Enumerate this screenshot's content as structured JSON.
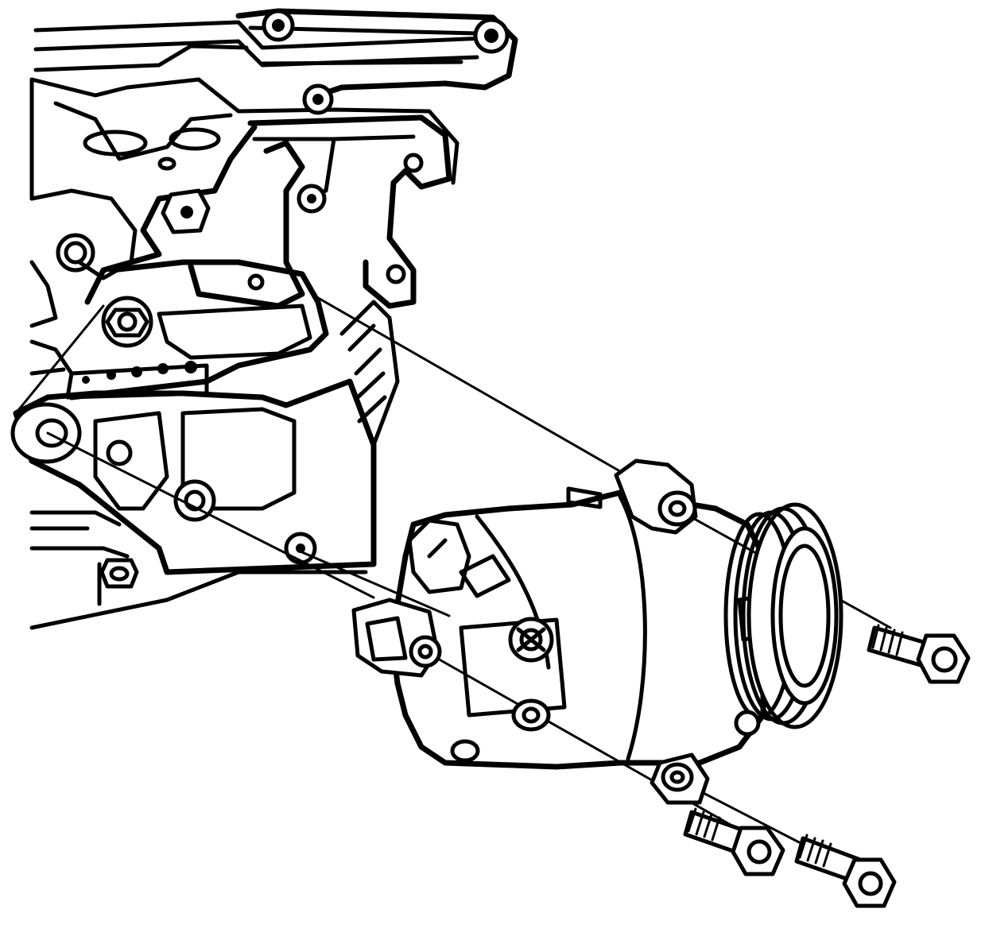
{
  "figure": {
    "stroke_color": "#000000",
    "background_color": "#ffffff",
    "components": [
      {
        "id": "engine-block",
        "icon": "engine-block-icon"
      },
      {
        "id": "compressor-mounting-bracket",
        "icon": "bracket-icon"
      },
      {
        "id": "ac-compressor",
        "icon": "compressor-icon"
      },
      {
        "id": "compressor-clutch-pulley",
        "icon": "pulley-icon"
      },
      {
        "id": "mounting-bolt-upper",
        "icon": "bolt-icon"
      },
      {
        "id": "mounting-bolt-lower-front",
        "icon": "bolt-icon"
      },
      {
        "id": "mounting-bolt-lower-rear",
        "icon": "bolt-icon"
      }
    ]
  }
}
